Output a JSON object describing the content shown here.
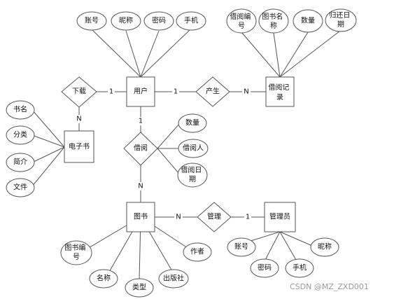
{
  "entities": {
    "user": "用户",
    "borrow_record": [
      "借阅记",
      "录"
    ],
    "ebook": "电子书",
    "book": "图书",
    "admin": "管理员"
  },
  "relationships": {
    "download": "下载",
    "produce": "产生",
    "borrow": "借阅",
    "manage": "管理"
  },
  "attributes": {
    "user_account": "账号",
    "user_nickname": "昵称",
    "user_password": "密码",
    "user_phone": "手机",
    "record_borrow_no": [
      "借阅编",
      "号"
    ],
    "record_book_name": [
      "图书名",
      "称"
    ],
    "record_quantity": "数量",
    "record_return_date": [
      "归还日",
      "期"
    ],
    "ebook_title": "书名",
    "ebook_category": "分类",
    "ebook_intro": "简介",
    "ebook_file": "文件",
    "borrow_quantity": "数量",
    "borrow_person": "借阅人",
    "borrow_date": [
      "借阅日",
      "期"
    ],
    "book_no": [
      "图书编",
      "号"
    ],
    "book_name": "名称",
    "book_type": "类型",
    "book_publisher": "出版社",
    "book_author": "作者",
    "admin_account": "账号",
    "admin_password": "密码",
    "admin_phone": "手机",
    "admin_nickname": "昵称"
  },
  "cardinalities": {
    "download_user": "1",
    "download_ebook": "N",
    "produce_user": "1",
    "produce_record": "N",
    "borrow_user": "1",
    "borrow_book": "N",
    "manage_book": "N",
    "manage_admin": "1"
  },
  "watermark": "CSDN @MZ_ZXD001"
}
